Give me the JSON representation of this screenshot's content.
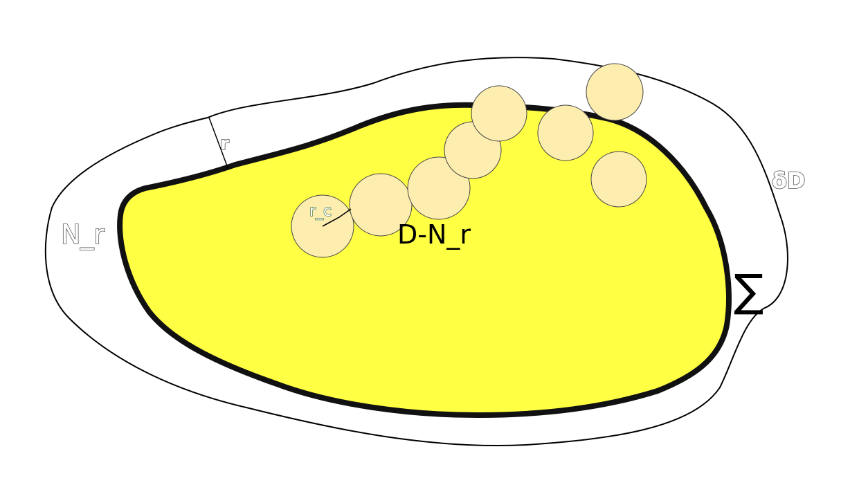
{
  "labels": {
    "r": "r",
    "n_r": "N_r",
    "delta_d": "δD",
    "d_minus_n_r": "D-N_r",
    "sigma": "∑",
    "r_c": "r_c"
  },
  "colors": {
    "inner_fill": "#ffff44",
    "inner_border": "#111111",
    "outer_border": "#000000",
    "disk_fill": "#fdeeb0",
    "disk_stroke": "#444444",
    "background": "#ffffff"
  }
}
